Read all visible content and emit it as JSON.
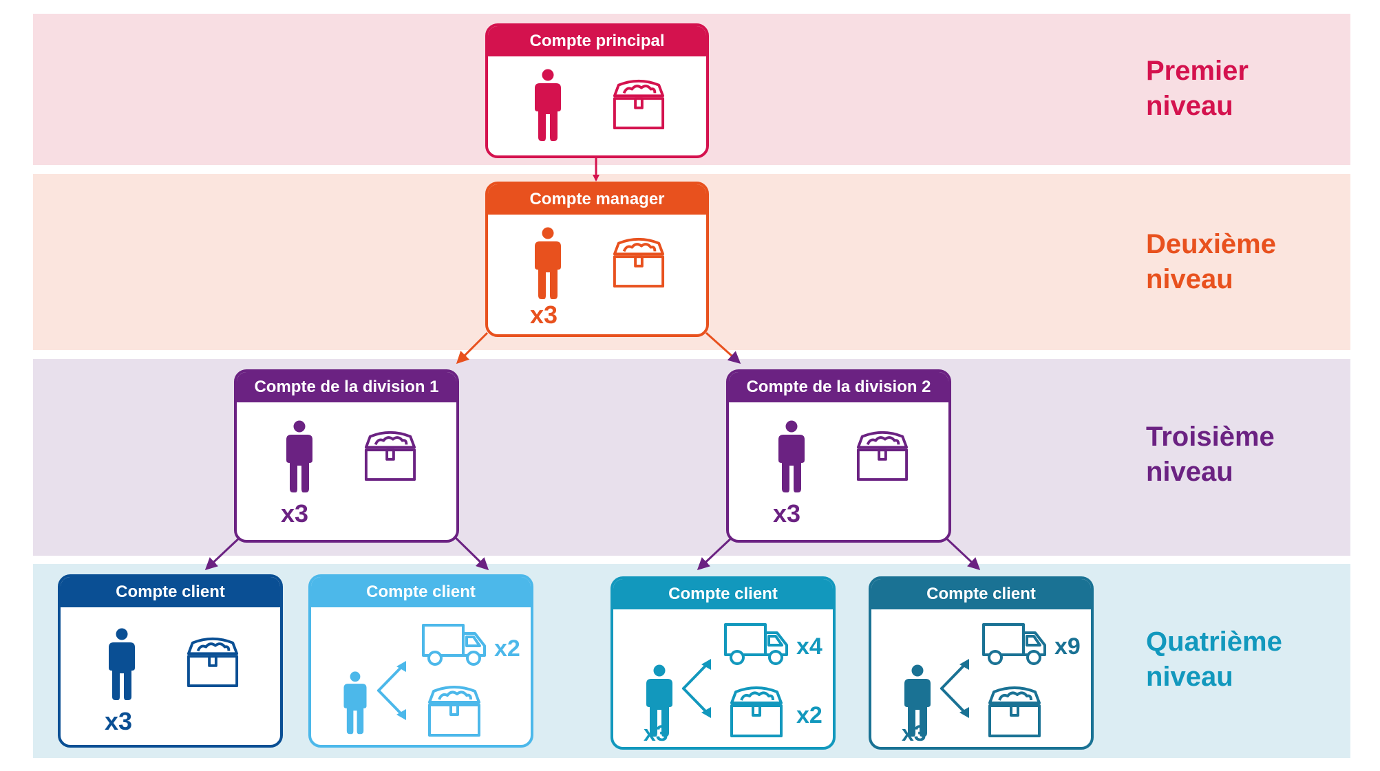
{
  "colors": {
    "level1": "#d4124e",
    "level1_band": "#f8dee3",
    "level2": "#e8511e",
    "level2_band": "#fbe5de",
    "level3": "#6b2282",
    "level3_band": "#e8e0ec",
    "level4_band": "#dcedf3",
    "client_dark_blue": "#0a4f94",
    "client_light_blue": "#4cb8ea",
    "client_teal": "#1298bd",
    "client_steel": "#1a7294"
  },
  "levels": [
    {
      "label": "Premier\nniveau"
    },
    {
      "label": "Deuxième\nniveau"
    },
    {
      "label": "Troisième\nniveau"
    },
    {
      "label": "Quatrième\nniveau"
    }
  ],
  "boxes": {
    "principal": {
      "title": "Compte principal",
      "icons": [
        "person-icon",
        "treasure-chest-icon"
      ]
    },
    "manager": {
      "title": "Compte manager",
      "icons": [
        "person-icon",
        "treasure-chest-icon"
      ],
      "person_count": "x3"
    },
    "division1": {
      "title": "Compte de la division 1",
      "icons": [
        "person-icon",
        "treasure-chest-icon"
      ],
      "person_count": "x3"
    },
    "division2": {
      "title": "Compte de la division 2",
      "icons": [
        "person-icon",
        "treasure-chest-icon"
      ],
      "person_count": "x3"
    },
    "client1": {
      "title": "Compte client",
      "icons": [
        "person-icon",
        "treasure-chest-icon"
      ],
      "person_count": "x3"
    },
    "client2": {
      "title": "Compte client",
      "icons": [
        "person-icon",
        "split-arrows-icon",
        "truck-icon",
        "treasure-chest-icon"
      ],
      "truck_count": "x2"
    },
    "client3": {
      "title": "Compte client",
      "icons": [
        "person-icon",
        "split-arrows-icon",
        "truck-icon",
        "treasure-chest-icon"
      ],
      "person_count": "x3",
      "truck_count": "x4",
      "chest_count": "x2"
    },
    "client4": {
      "title": "Compte client",
      "icons": [
        "person-icon",
        "split-arrows-icon",
        "truck-icon",
        "treasure-chest-icon"
      ],
      "person_count": "x3",
      "truck_count": "x9"
    }
  }
}
